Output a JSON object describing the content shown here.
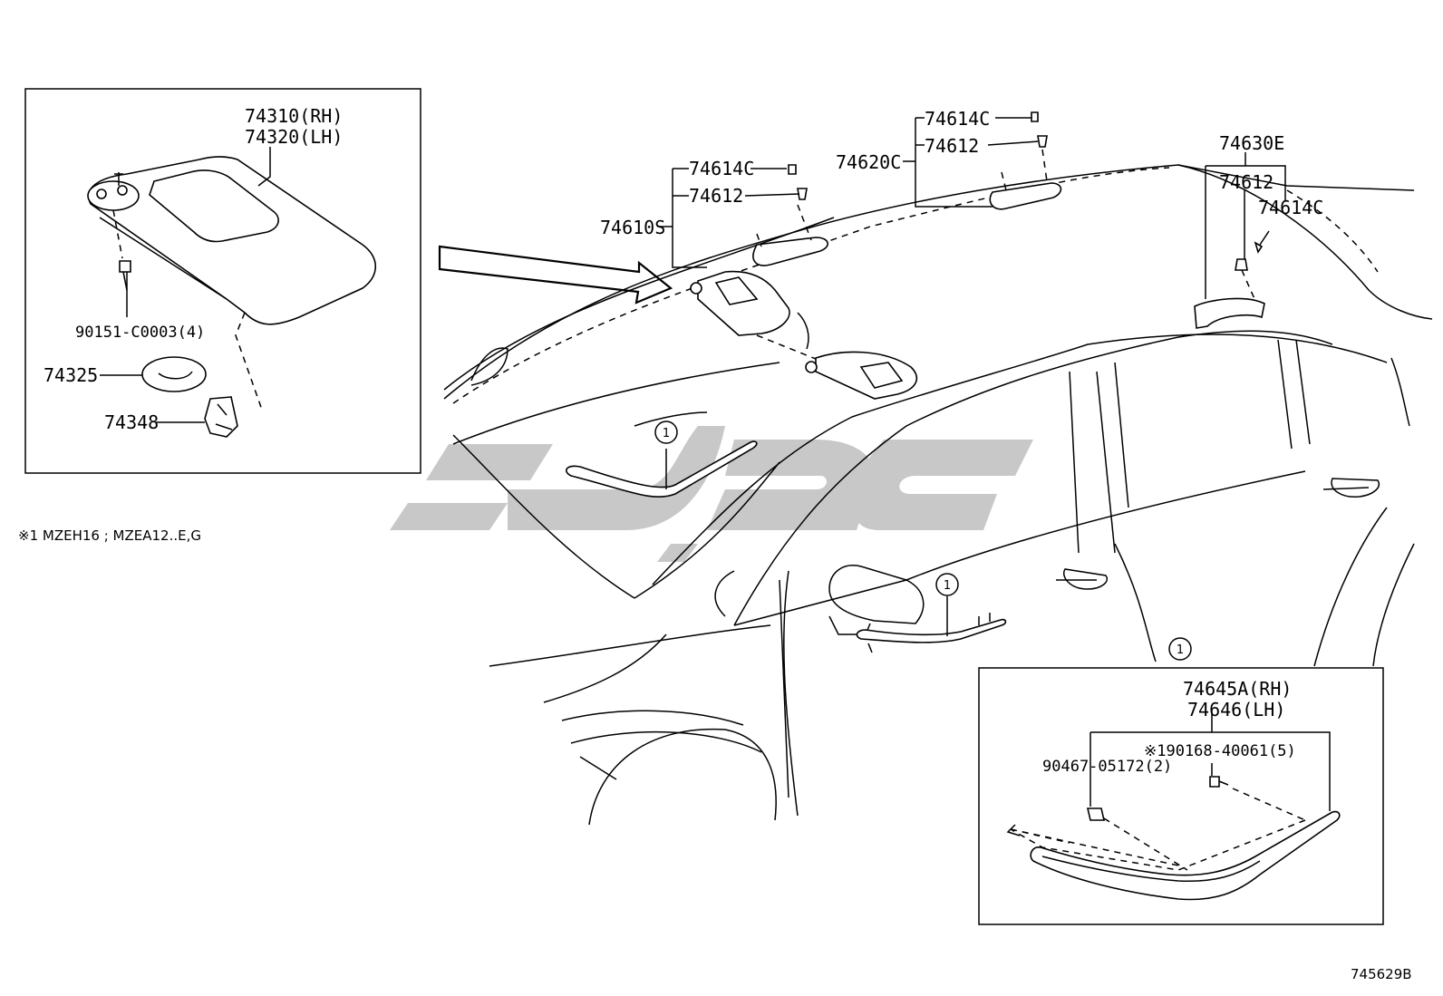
{
  "sun_visor_box": {
    "labels": [
      "74310(RH)",
      "74320(LH)",
      "90151-C0003(4)",
      "74325",
      "74348"
    ]
  },
  "roof_parts": {
    "labels": [
      "74614C",
      "74612",
      "74610S",
      "74614C",
      "74612",
      "74620C",
      "74630E",
      "74612",
      "74614C"
    ]
  },
  "footnote": "※1 MZEH16 ; MZEA12..E,G",
  "callout_markers": [
    "1",
    "1",
    "1"
  ],
  "garnish_box": {
    "labels": [
      "74645A(RH)",
      "74646(LH)",
      "※190168-40061(5)",
      "90467-05172(2)"
    ]
  },
  "diagram_id": "745629B",
  "watermark_color": "#c8c8c8"
}
